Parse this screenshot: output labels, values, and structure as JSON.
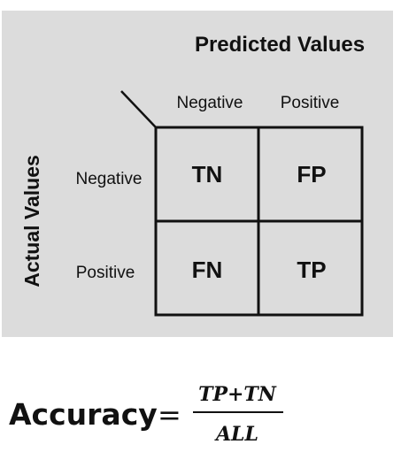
{
  "diagram": {
    "title": "Predicted Values",
    "row_axis_label": "Actual Values",
    "columns": [
      "Negative",
      "Positive"
    ],
    "rows": [
      "Negative",
      "Positive"
    ],
    "cells": [
      [
        "TN",
        "FP"
      ],
      [
        "FN",
        "TP"
      ]
    ]
  },
  "formula": {
    "lhs": "Accuracy",
    "equals": "=",
    "numerator": "TP+TN",
    "denominator": "ALL"
  },
  "colors": {
    "panel": "#dcdcdc",
    "lines": "#111111"
  }
}
